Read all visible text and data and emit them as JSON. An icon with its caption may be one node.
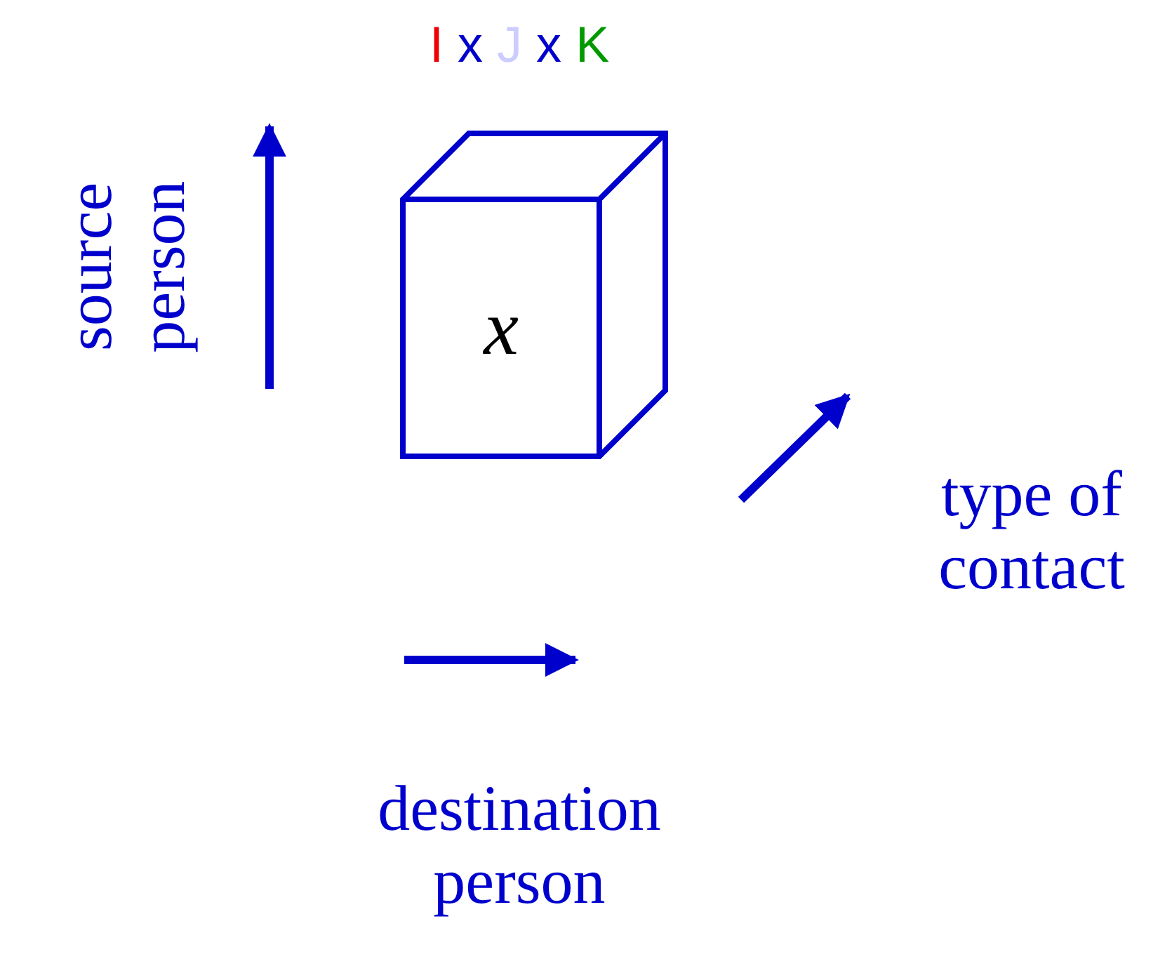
{
  "diagram": {
    "nodes": [
      {
        "text": [
          "x"
        ]
      }
    ],
    "labels": [
      "I x J x K",
      "source person",
      "destination person",
      "type of contact"
    ]
  }
}
